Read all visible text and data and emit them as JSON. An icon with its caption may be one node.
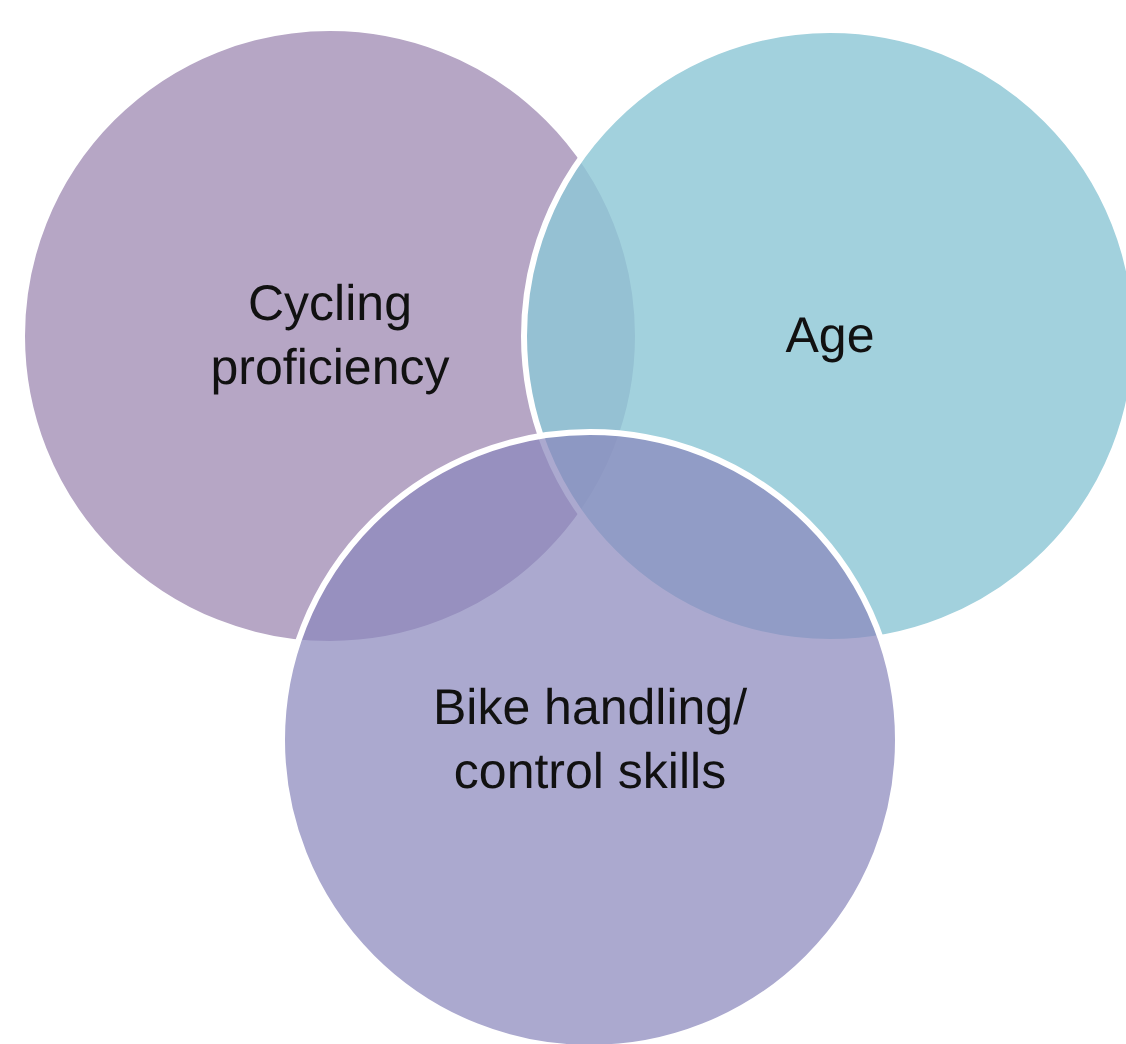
{
  "diagram": {
    "nodes": [
      {
        "text": [
          "Cycling proficiency"
        ]
      },
      {
        "text": [
          "Age"
        ]
      },
      {
        "text": [
          "Bike handling/ control skills"
        ]
      }
    ]
  }
}
